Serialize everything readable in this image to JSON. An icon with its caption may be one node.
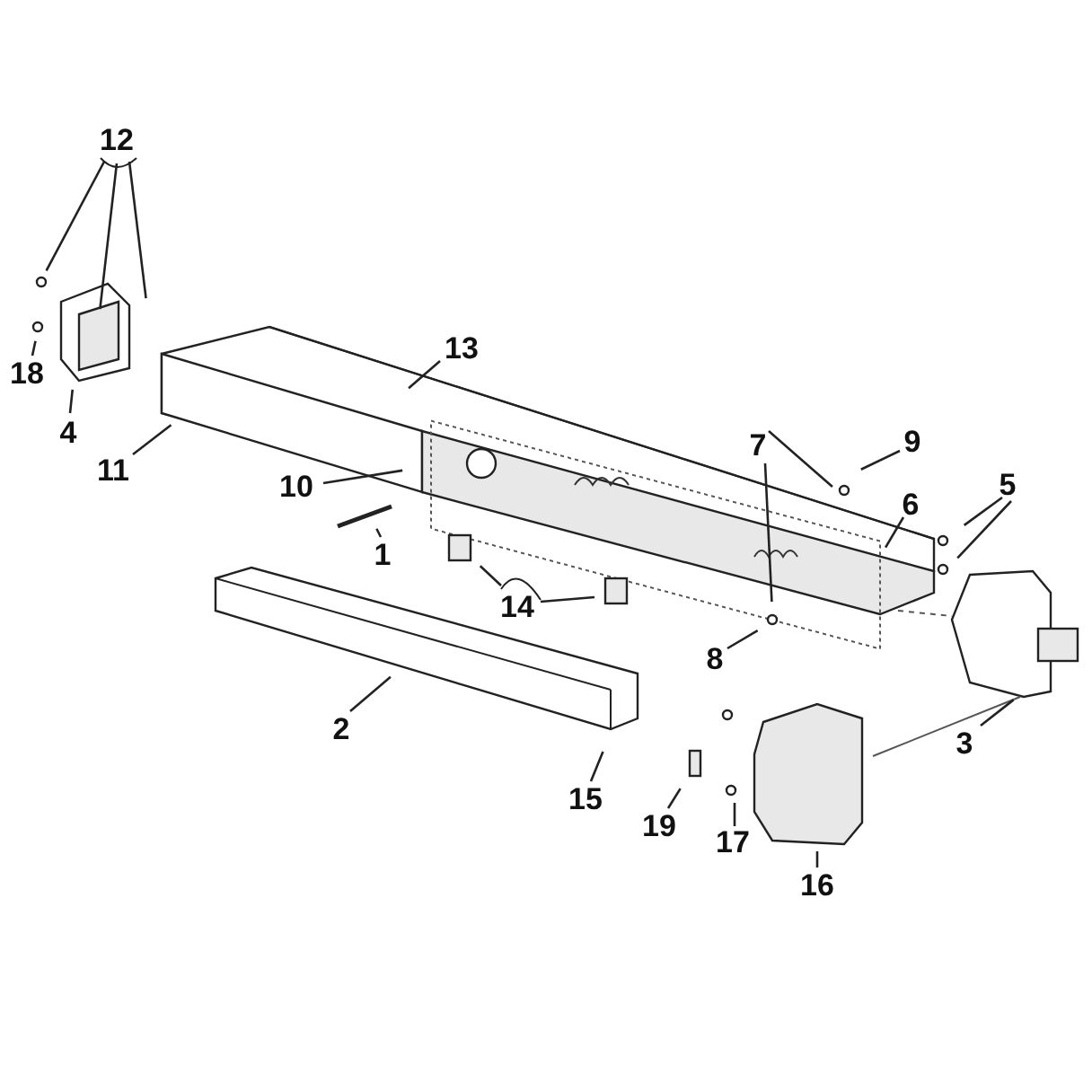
{
  "diagram": {
    "nodes": [
      {
        "text": [
          "12"
        ]
      },
      {
        "text": [
          "18"
        ]
      },
      {
        "text": [
          "4"
        ]
      },
      {
        "text": [
          "11"
        ]
      },
      {
        "text": [
          "13"
        ]
      },
      {
        "text": [
          "10"
        ]
      },
      {
        "text": [
          "1"
        ]
      },
      {
        "text": [
          "14"
        ]
      },
      {
        "text": [
          "2"
        ]
      },
      {
        "text": [
          "15"
        ]
      },
      {
        "text": [
          "7"
        ]
      },
      {
        "text": [
          "9"
        ]
      },
      {
        "text": [
          "6"
        ]
      },
      {
        "text": [
          "5"
        ]
      },
      {
        "text": [
          "8"
        ]
      },
      {
        "text": [
          "3"
        ]
      },
      {
        "text": [
          "19"
        ]
      },
      {
        "text": [
          "17"
        ]
      },
      {
        "text": [
          "16"
        ]
      }
    ],
    "edges": [
      {
        "from": 0,
        "to": null,
        "arrow": "none"
      },
      {
        "from": 0,
        "to": null,
        "arrow": "none"
      },
      {
        "from": 0,
        "to": null,
        "arrow": "none"
      },
      {
        "from": 1,
        "to": null,
        "arrow": "none"
      },
      {
        "from": 2,
        "to": null,
        "arrow": "none"
      },
      {
        "from": 3,
        "to": null,
        "arrow": "none"
      },
      {
        "from": 4,
        "to": null,
        "arrow": "none"
      },
      {
        "from": 5,
        "to": null,
        "arrow": "none"
      },
      {
        "from": 6,
        "to": null,
        "arrow": "none"
      },
      {
        "from": 7,
        "to": null,
        "arrow": "none"
      },
      {
        "from": 7,
        "to": null,
        "arrow": "none"
      },
      {
        "from": 8,
        "to": null,
        "arrow": "none"
      },
      {
        "from": 9,
        "to": null,
        "arrow": "none"
      },
      {
        "from": 10,
        "to": null,
        "arrow": "none"
      },
      {
        "from": 10,
        "to": null,
        "arrow": "none"
      },
      {
        "from": 11,
        "to": null,
        "arrow": "none"
      },
      {
        "from": 12,
        "to": null,
        "arrow": "none"
      },
      {
        "from": 13,
        "to": null,
        "arrow": "none"
      },
      {
        "from": 13,
        "to": null,
        "arrow": "none"
      },
      {
        "from": 14,
        "to": null,
        "arrow": "none"
      },
      {
        "from": 15,
        "to": null,
        "arrow": "none"
      },
      {
        "from": 16,
        "to": null,
        "arrow": "none"
      },
      {
        "from": 17,
        "to": null,
        "arrow": "none"
      },
      {
        "from": 18,
        "to": null,
        "arrow": "none"
      }
    ]
  }
}
